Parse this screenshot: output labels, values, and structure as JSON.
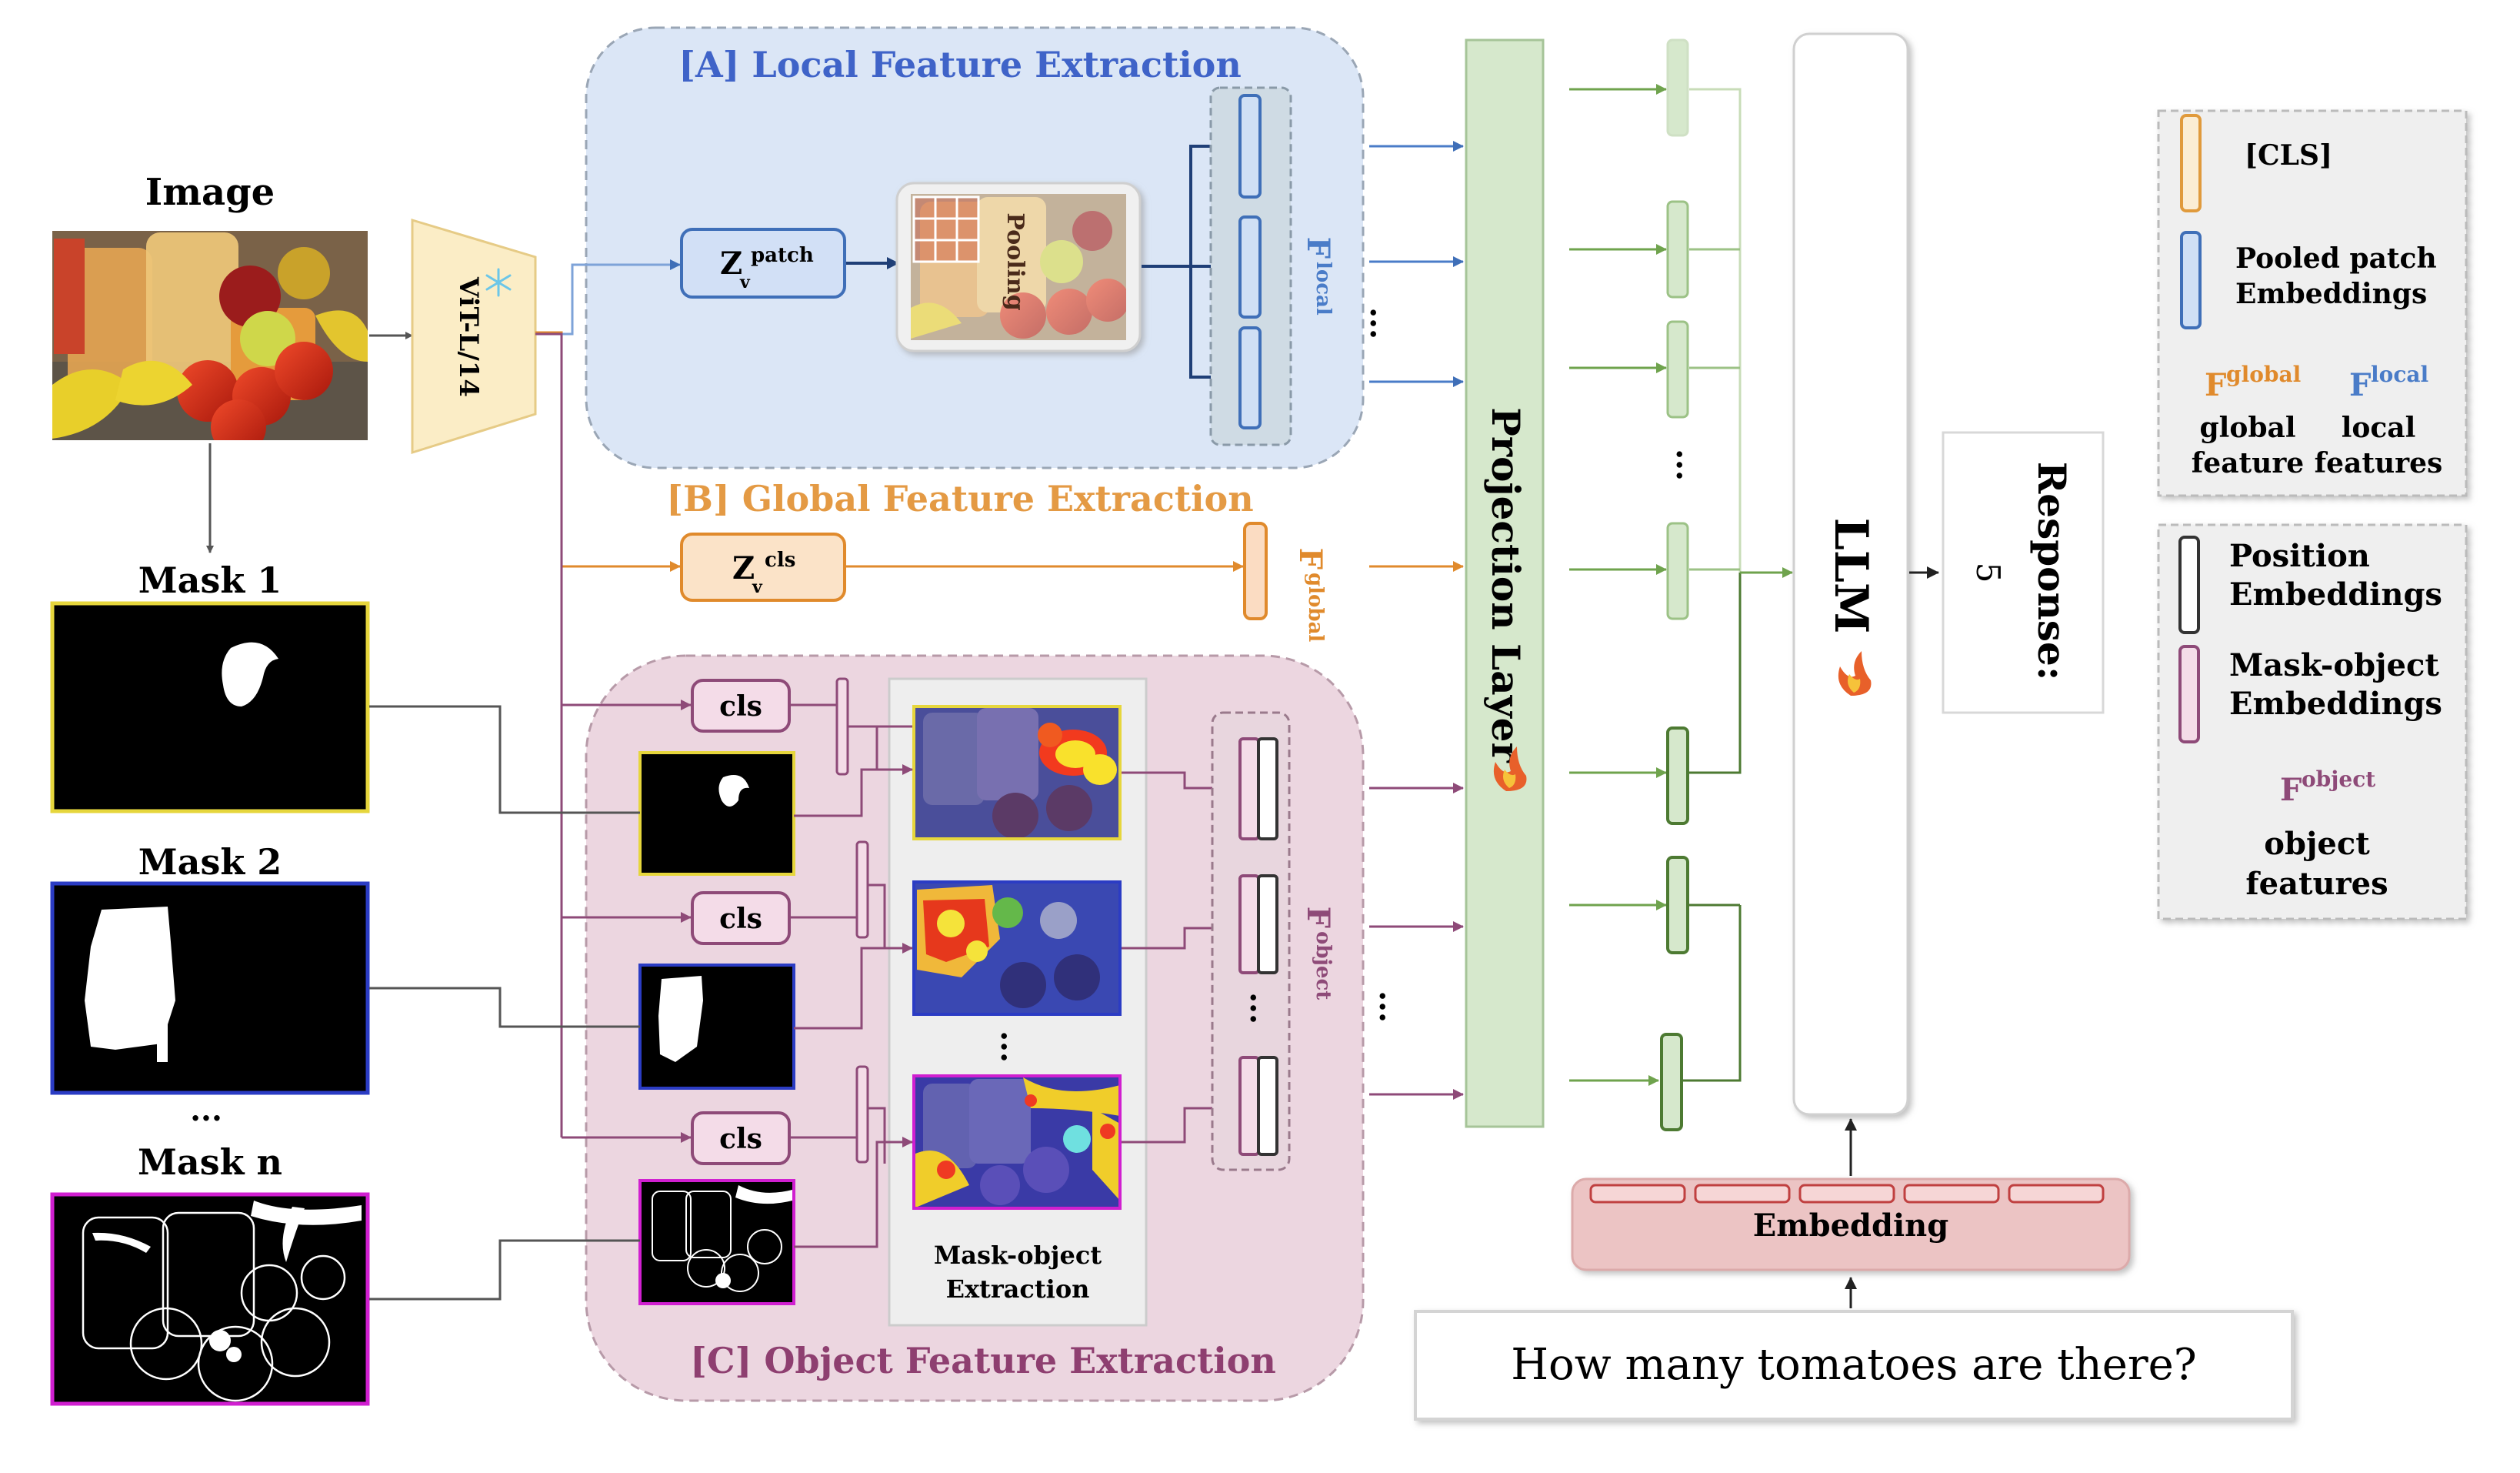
{
  "image": {
    "title": "Image"
  },
  "masks": [
    {
      "label": "Mask 1"
    },
    {
      "label": "Mask 2"
    },
    {
      "label": "Mask n"
    }
  ],
  "mask_ellipsis": "...",
  "encoder": {
    "label": "ViT-L/14",
    "frozen_icon": "snowflake-icon"
  },
  "local": {
    "title": "[A] Local Feature Extraction",
    "z_base": "Z",
    "z_sup": "patch",
    "z_sub": "v",
    "pooling": "Pooling",
    "f_base": "F",
    "f_sup": "local"
  },
  "global": {
    "title": "[B] Global Feature Extraction",
    "z_base": "Z",
    "z_sup": "cls",
    "z_sub": "v",
    "f_base": "F",
    "f_sup": "global"
  },
  "object": {
    "title": "[C] Object Feature Extraction",
    "cls_label": "cls",
    "extraction_line1": "Mask-object",
    "extraction_line2": "Extraction",
    "f_base": "F",
    "f_sup": "object"
  },
  "projection": {
    "label": "Projection Layer"
  },
  "llm": {
    "label": "LLM",
    "trainable_icon": "flame-icon"
  },
  "response": {
    "label": "Response:",
    "value": "5"
  },
  "embedding": {
    "label": "Embedding"
  },
  "question": {
    "text": "How many tomatoes are there?"
  },
  "ellipsis": "...",
  "legend1": {
    "cls": "[CLS]",
    "pooled_line1": "Pooled patch",
    "pooled_line2": "Embeddings",
    "fglobal_base": "F",
    "fglobal_sup": "global",
    "flocal_base": "F",
    "flocal_sup": "local",
    "global_line1": "global",
    "global_line2": "feature",
    "local_line1": "local",
    "local_line2": "features"
  },
  "legend2": {
    "pos_line1": "Position",
    "pos_line2": "Embeddings",
    "mask_line1": "Mask-object",
    "mask_line2": "Embeddings",
    "fobject_base": "F",
    "fobject_sup": "object",
    "object_line1": "object",
    "object_line2": "features"
  },
  "colors": {
    "blue": "#4472c4",
    "orange": "#e08a2c",
    "purple": "#8e4a78",
    "green": "#6fa34d",
    "local_bg": "#dbe6f6",
    "object_bg": "#ecd6e0",
    "proj_bg": "#d6e8cc",
    "yellow_trap": "#fbedc6"
  }
}
